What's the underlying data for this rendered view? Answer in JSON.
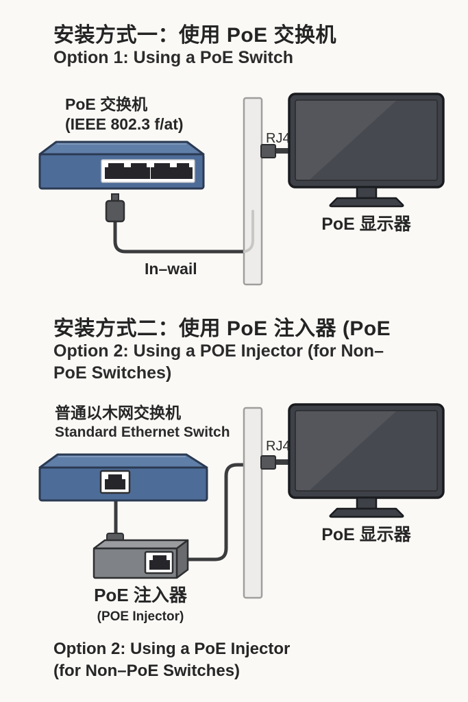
{
  "section1": {
    "title_zh": "安装方式一：使用 PoE 交换机",
    "title_en": "Option 1: Using a PoE Switch",
    "switch_label_zh": "PoE 交换机",
    "switch_label_en": "(IEEE 802.3 f/at)",
    "cable_label": "In–wail",
    "port_label": "RJ4",
    "monitor_label": "PoE 显示器"
  },
  "section2": {
    "title_zh": "安装方式二：使用 PoE 注入器 (PoE",
    "title_en_line1": "Option 2: Using a POE Injector (for Non–",
    "title_en_line2": "PoE Switches)",
    "switch_label_zh": "普通以木网交换机",
    "switch_label_en": "Standard Ethernet Switch",
    "injector_label_zh": "PoE 注入器",
    "injector_label_en": "(POE Injector)",
    "port_label": "RJ4",
    "monitor_label": "PoE 显示器",
    "footer_line1": "Option 2: Using a PoE Injector",
    "footer_line2": "(for Non–PoE Switches)"
  },
  "colors": {
    "background": "#faf9f6",
    "switch_blue_front": "#4e6c98",
    "switch_blue_top": "#5f7ea8",
    "device_outline": "#2b3a52",
    "injector_gray_front": "#7f8286",
    "injector_gray_top": "#9a9c9f",
    "injector_gray_side": "#696b6f",
    "monitor_bezel": "#3e4147",
    "monitor_screen": "#54565c",
    "monitor_screen_shade": "#474950",
    "cable": "#3b3c3e",
    "wall_fill": "#edecea",
    "wall_border": "#9e9e9c",
    "text": "#2a2a2a"
  }
}
